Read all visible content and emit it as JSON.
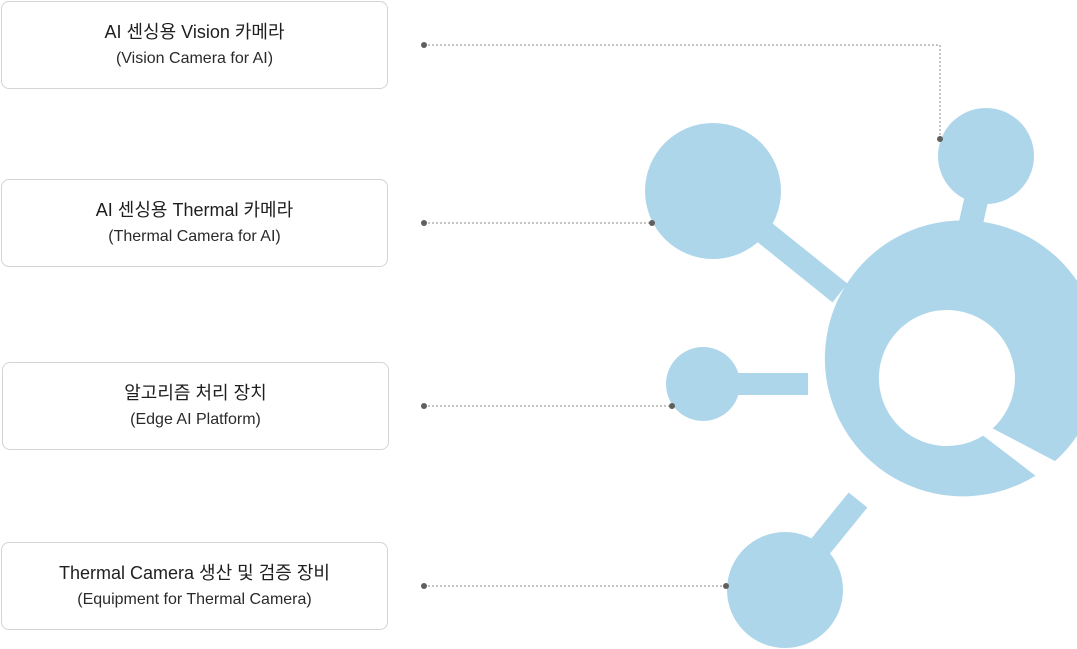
{
  "items": [
    {
      "title": "AI 센싱용 Vision 카메라",
      "subtitle": "(Vision Camera for AI)"
    },
    {
      "title": "AI 센싱용 Thermal 카메라",
      "subtitle": "(Thermal Camera for AI)"
    },
    {
      "title": "알고리즘 처리 장치",
      "subtitle": "(Edge AI Platform)"
    },
    {
      "title": "Thermal Camera  생산 및 검증 장비",
      "subtitle": "(Equipment for Thermal Camera)"
    }
  ],
  "colors": {
    "hub": "#aed6ea",
    "connector": "#8a8a8a",
    "dot": "#5f5f5f",
    "card_border": "#d4d4d4"
  }
}
